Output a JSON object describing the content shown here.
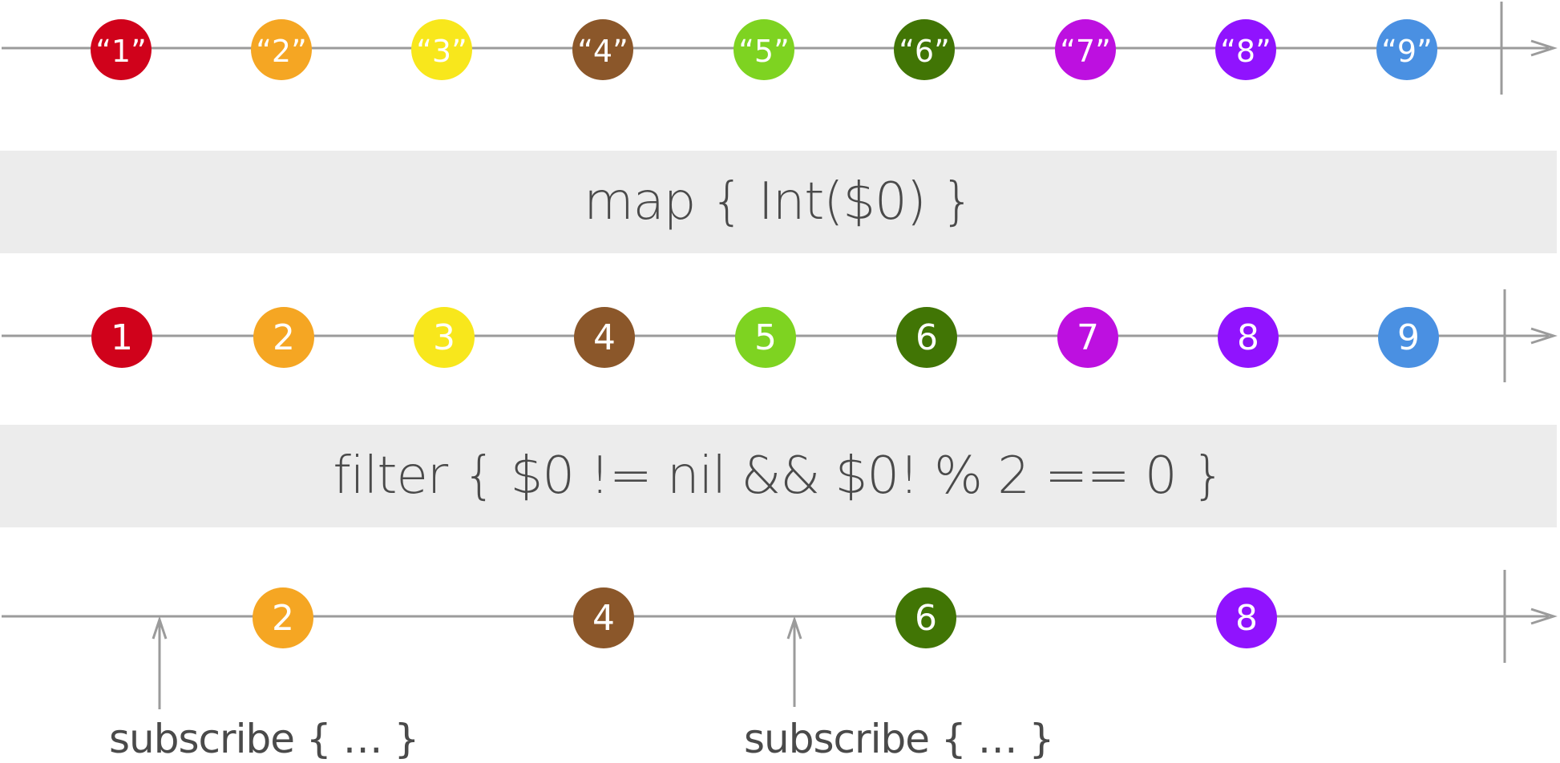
{
  "timelines": [
    {
      "id": "source",
      "marbles": [
        {
          "label": "“1”",
          "color": "#d0021b"
        },
        {
          "label": "“2”",
          "color": "#f5a623"
        },
        {
          "label": "“3”",
          "color": "#f8e71c"
        },
        {
          "label": "“4”",
          "color": "#8b572a"
        },
        {
          "label": "“5”",
          "color": "#7ed321"
        },
        {
          "label": "“6”",
          "color": "#417505"
        },
        {
          "label": "“7”",
          "color": "#bd10e0"
        },
        {
          "label": "“8”",
          "color": "#9013fe"
        },
        {
          "label": "“9”",
          "color": "#4a90e2"
        }
      ]
    },
    {
      "id": "mapped",
      "marbles": [
        {
          "label": "1",
          "color": "#d0021b"
        },
        {
          "label": "2",
          "color": "#f5a623"
        },
        {
          "label": "3",
          "color": "#f8e71c"
        },
        {
          "label": "4",
          "color": "#8b572a"
        },
        {
          "label": "5",
          "color": "#7ed321"
        },
        {
          "label": "6",
          "color": "#417505"
        },
        {
          "label": "7",
          "color": "#bd10e0"
        },
        {
          "label": "8",
          "color": "#9013fe"
        },
        {
          "label": "9",
          "color": "#4a90e2"
        }
      ]
    },
    {
      "id": "filtered",
      "marbles": [
        {
          "label": "2",
          "color": "#f5a623"
        },
        {
          "label": "4",
          "color": "#8b572a"
        },
        {
          "label": "6",
          "color": "#417505"
        },
        {
          "label": "8",
          "color": "#9013fe"
        }
      ]
    }
  ],
  "operators": {
    "map": "map { Int($0) }",
    "filter": "filter { $0 != nil && $0! % 2 == 0 }"
  },
  "subscriptions": [
    {
      "label": "subscribe { … }"
    },
    {
      "label": "subscribe { … }"
    }
  ],
  "colors": {
    "line": "#9b9b9b",
    "box": "#ececec",
    "text": "#4a4a4a",
    "marble_text": "#ffffff"
  }
}
